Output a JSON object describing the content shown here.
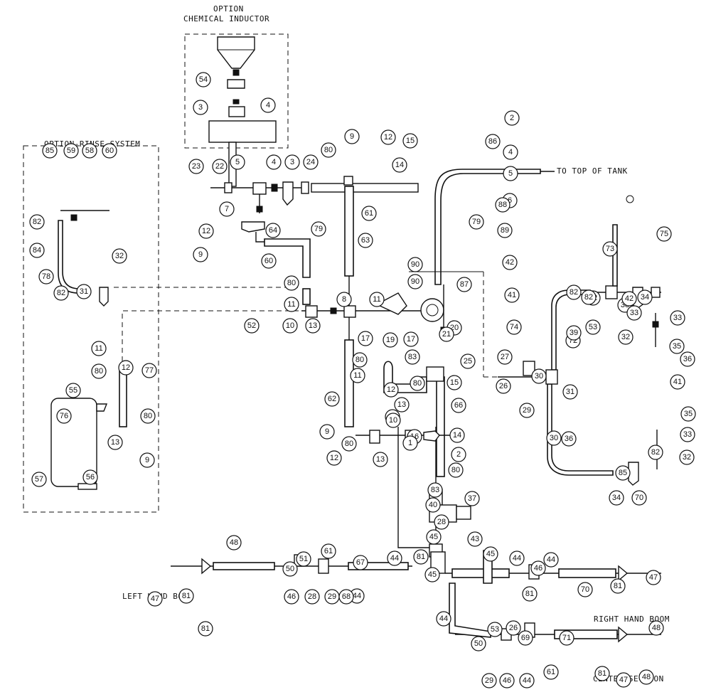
{
  "labels": {
    "option_line1": "OPTION",
    "option_line2": "CHEMICAL INDUCTOR",
    "rinse_title": "OPTION-RINSE SYSTEM",
    "top_of_tank": "TO TOP OF TANK",
    "left_boom": "LEFT HAND BOOM",
    "right_boom": "RIGHT HAND BOOM",
    "center_section": "CENTER SECTION"
  },
  "callouts": [
    "54",
    "3",
    "4",
    "5",
    "4",
    "3",
    "24",
    "23",
    "22",
    "7",
    "12",
    "9",
    "60",
    "64",
    "79",
    "61",
    "63",
    "9",
    "80",
    "12",
    "15",
    "14",
    "2",
    "4",
    "5",
    "6",
    "79",
    "85",
    "59",
    "58",
    "60",
    "82",
    "84",
    "78",
    "82",
    "31",
    "32",
    "11",
    "80",
    "12",
    "77",
    "80",
    "9",
    "76",
    "13",
    "55",
    "57",
    "56",
    "52",
    "10",
    "13",
    "80",
    "11",
    "8",
    "11",
    "17",
    "19",
    "17",
    "20",
    "90",
    "87",
    "88",
    "89",
    "90",
    "86",
    "21",
    "25",
    "80",
    "63",
    "15",
    "83",
    "66",
    "80",
    "11",
    "12",
    "13",
    "10",
    "16",
    "1",
    "14",
    "2",
    "80",
    "62",
    "80",
    "9",
    "12",
    "13",
    "83",
    "40",
    "37",
    "28",
    "45",
    "43",
    "45",
    "81",
    "45",
    "42",
    "41",
    "74",
    "27",
    "26",
    "29",
    "30",
    "30",
    "82",
    "82",
    "72",
    "82",
    "39",
    "53",
    "31",
    "38",
    "33",
    "34",
    "32",
    "33",
    "35",
    "36",
    "41",
    "42",
    "75",
    "73",
    "36",
    "35",
    "33",
    "32",
    "82",
    "85",
    "34",
    "70",
    "48",
    "47",
    "81",
    "81",
    "50",
    "51",
    "61",
    "67",
    "44",
    "46",
    "28",
    "29",
    "44",
    "68",
    "44",
    "46",
    "81",
    "44",
    "70",
    "81",
    "47",
    "48",
    "53",
    "50",
    "26",
    "69",
    "44",
    "29",
    "46",
    "44",
    "61",
    "71",
    "81",
    "47",
    "48"
  ]
}
